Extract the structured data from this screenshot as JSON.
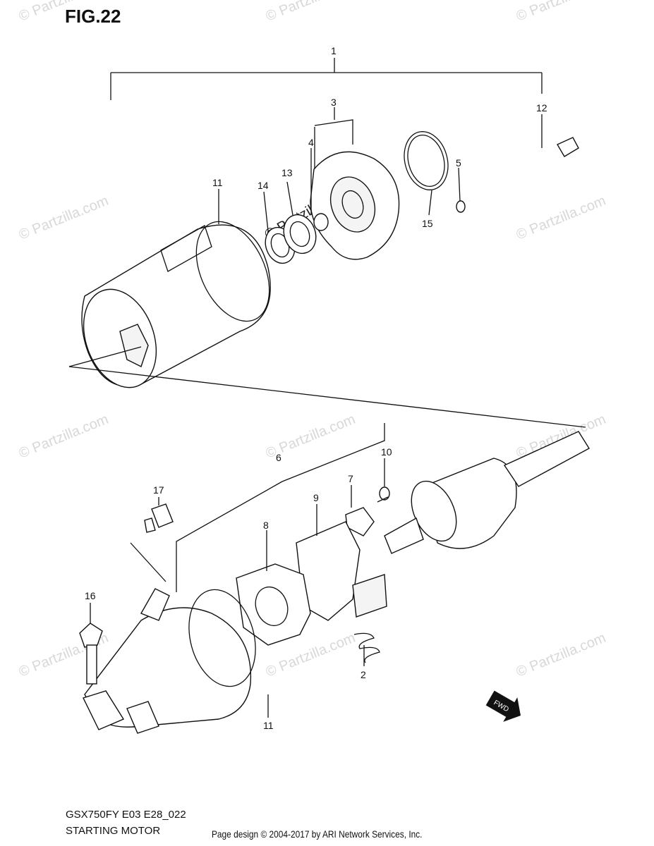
{
  "figure": {
    "title": "FIG.22",
    "model_code": "GSX750FY E03 E28_022",
    "section_name": "STARTING MOTOR",
    "page_credit": "Page design © 2004-2017 by ARI Network Services, Inc."
  },
  "watermark": {
    "text": "© Partzilla.com"
  },
  "callouts": [
    "1",
    "2",
    "3",
    "4",
    "5",
    "6",
    "7",
    "8",
    "9",
    "10",
    "11",
    "11",
    "12",
    "13",
    "14",
    "15",
    "16",
    "17"
  ],
  "fwd_label": "FWD"
}
